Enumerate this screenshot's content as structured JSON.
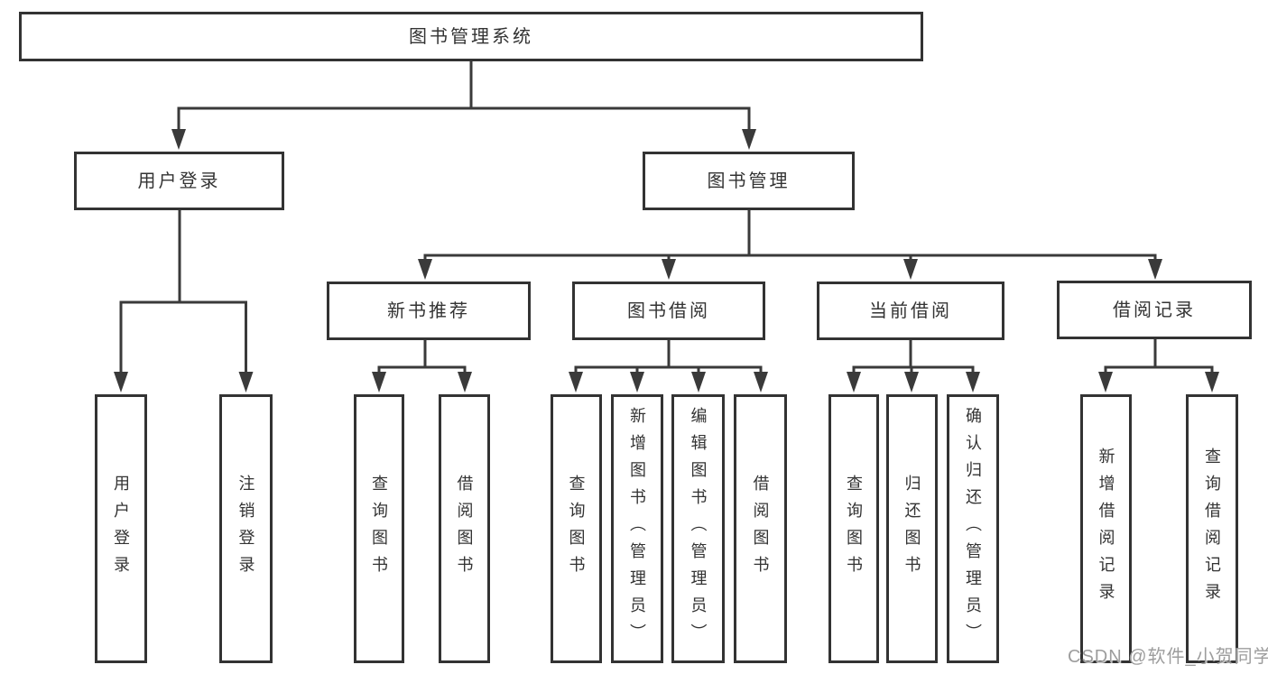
{
  "colors": {
    "background": "#ffffff",
    "line": "#3a3a3a",
    "box_border": "#333333",
    "text": "#333333",
    "watermark_text": "#9d9d9d"
  },
  "tree": {
    "label": "图书管理系统",
    "children": [
      {
        "label": "用户登录",
        "children": [
          {
            "label": "用户登录"
          },
          {
            "label": "注销登录"
          }
        ]
      },
      {
        "label": "图书管理",
        "children": [
          {
            "label": "新书推荐",
            "children": [
              {
                "label": "查询图书"
              },
              {
                "label": "借阅图书"
              }
            ]
          },
          {
            "label": "图书借阅",
            "children": [
              {
                "label": "查询图书"
              },
              {
                "label": "新增图书（管理员）"
              },
              {
                "label": "编辑图书（管理员）"
              },
              {
                "label": "借阅图书"
              }
            ]
          },
          {
            "label": "当前借阅",
            "children": [
              {
                "label": "查询图书"
              },
              {
                "label": "归还图书"
              },
              {
                "label": "确认归还（管理员）"
              }
            ]
          },
          {
            "label": "借阅记录",
            "children": [
              {
                "label": "新增借阅记录"
              },
              {
                "label": "查询借阅记录"
              }
            ]
          }
        ]
      }
    ]
  },
  "watermark": {
    "text": "CSDN @软件_小贺同学"
  }
}
